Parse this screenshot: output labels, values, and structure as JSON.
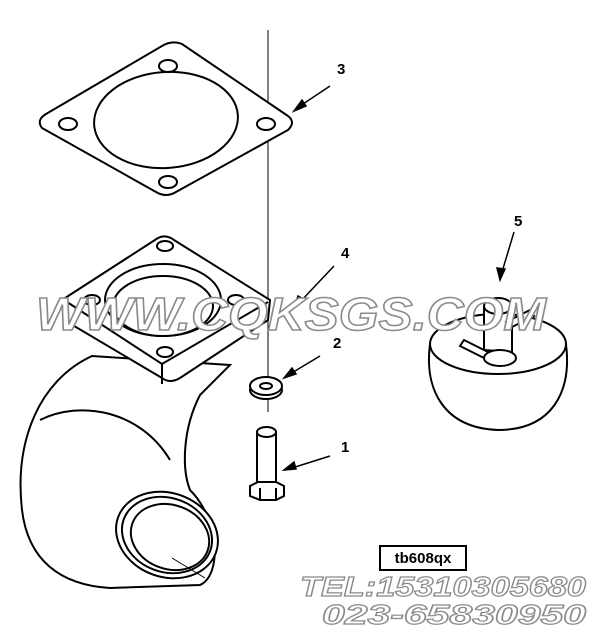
{
  "callouts": {
    "part_1": "1",
    "part_2": "2",
    "part_3": "3",
    "part_4": "4",
    "part_5": "5"
  },
  "drawing_code": "tb608qx",
  "watermark": {
    "site": "WWW.CQKSGS.COM",
    "tel": "TEL:15310305680",
    "phone": "023-65830950"
  },
  "colors": {
    "line": "#000000",
    "watermark_fill": "#ffffff",
    "watermark_stroke": "#8a8a8a",
    "background": "#ffffff"
  }
}
